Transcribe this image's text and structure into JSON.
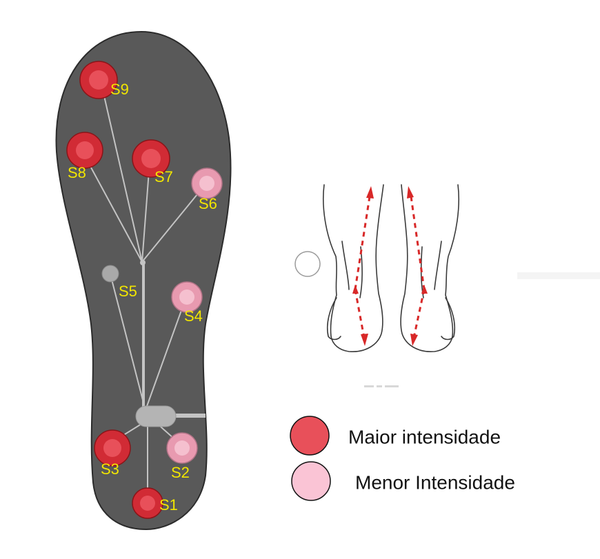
{
  "colors": {
    "insole": "#595959",
    "insole_outline": "#2b2b2b",
    "wire": "#c4c4c4",
    "label": "#f2e600",
    "high": "#e8505a",
    "high_core": "#d12b35",
    "low": "#f5c0cf",
    "low_core": "#e89ab0",
    "inactive": "#a9a9a9",
    "arrow": "#d82828"
  },
  "icons": {
    "empty_marker": "circle-outline-icon",
    "feet": "rear-feet-illustration-icon"
  },
  "sensors": [
    {
      "id": "S1",
      "label": "S1",
      "intensity": "high"
    },
    {
      "id": "S2",
      "label": "S2",
      "intensity": "low"
    },
    {
      "id": "S3",
      "label": "S3",
      "intensity": "high"
    },
    {
      "id": "S4",
      "label": "S4",
      "intensity": "low"
    },
    {
      "id": "S5",
      "label": "S5",
      "intensity": "none"
    },
    {
      "id": "S6",
      "label": "S6",
      "intensity": "low"
    },
    {
      "id": "S7",
      "label": "S7",
      "intensity": "high"
    },
    {
      "id": "S8",
      "label": "S8",
      "intensity": "high"
    },
    {
      "id": "S9",
      "label": "S9",
      "intensity": "high"
    }
  ],
  "legend": {
    "high_label": "Maior intensidade",
    "low_label": "Menor Intensidade"
  }
}
